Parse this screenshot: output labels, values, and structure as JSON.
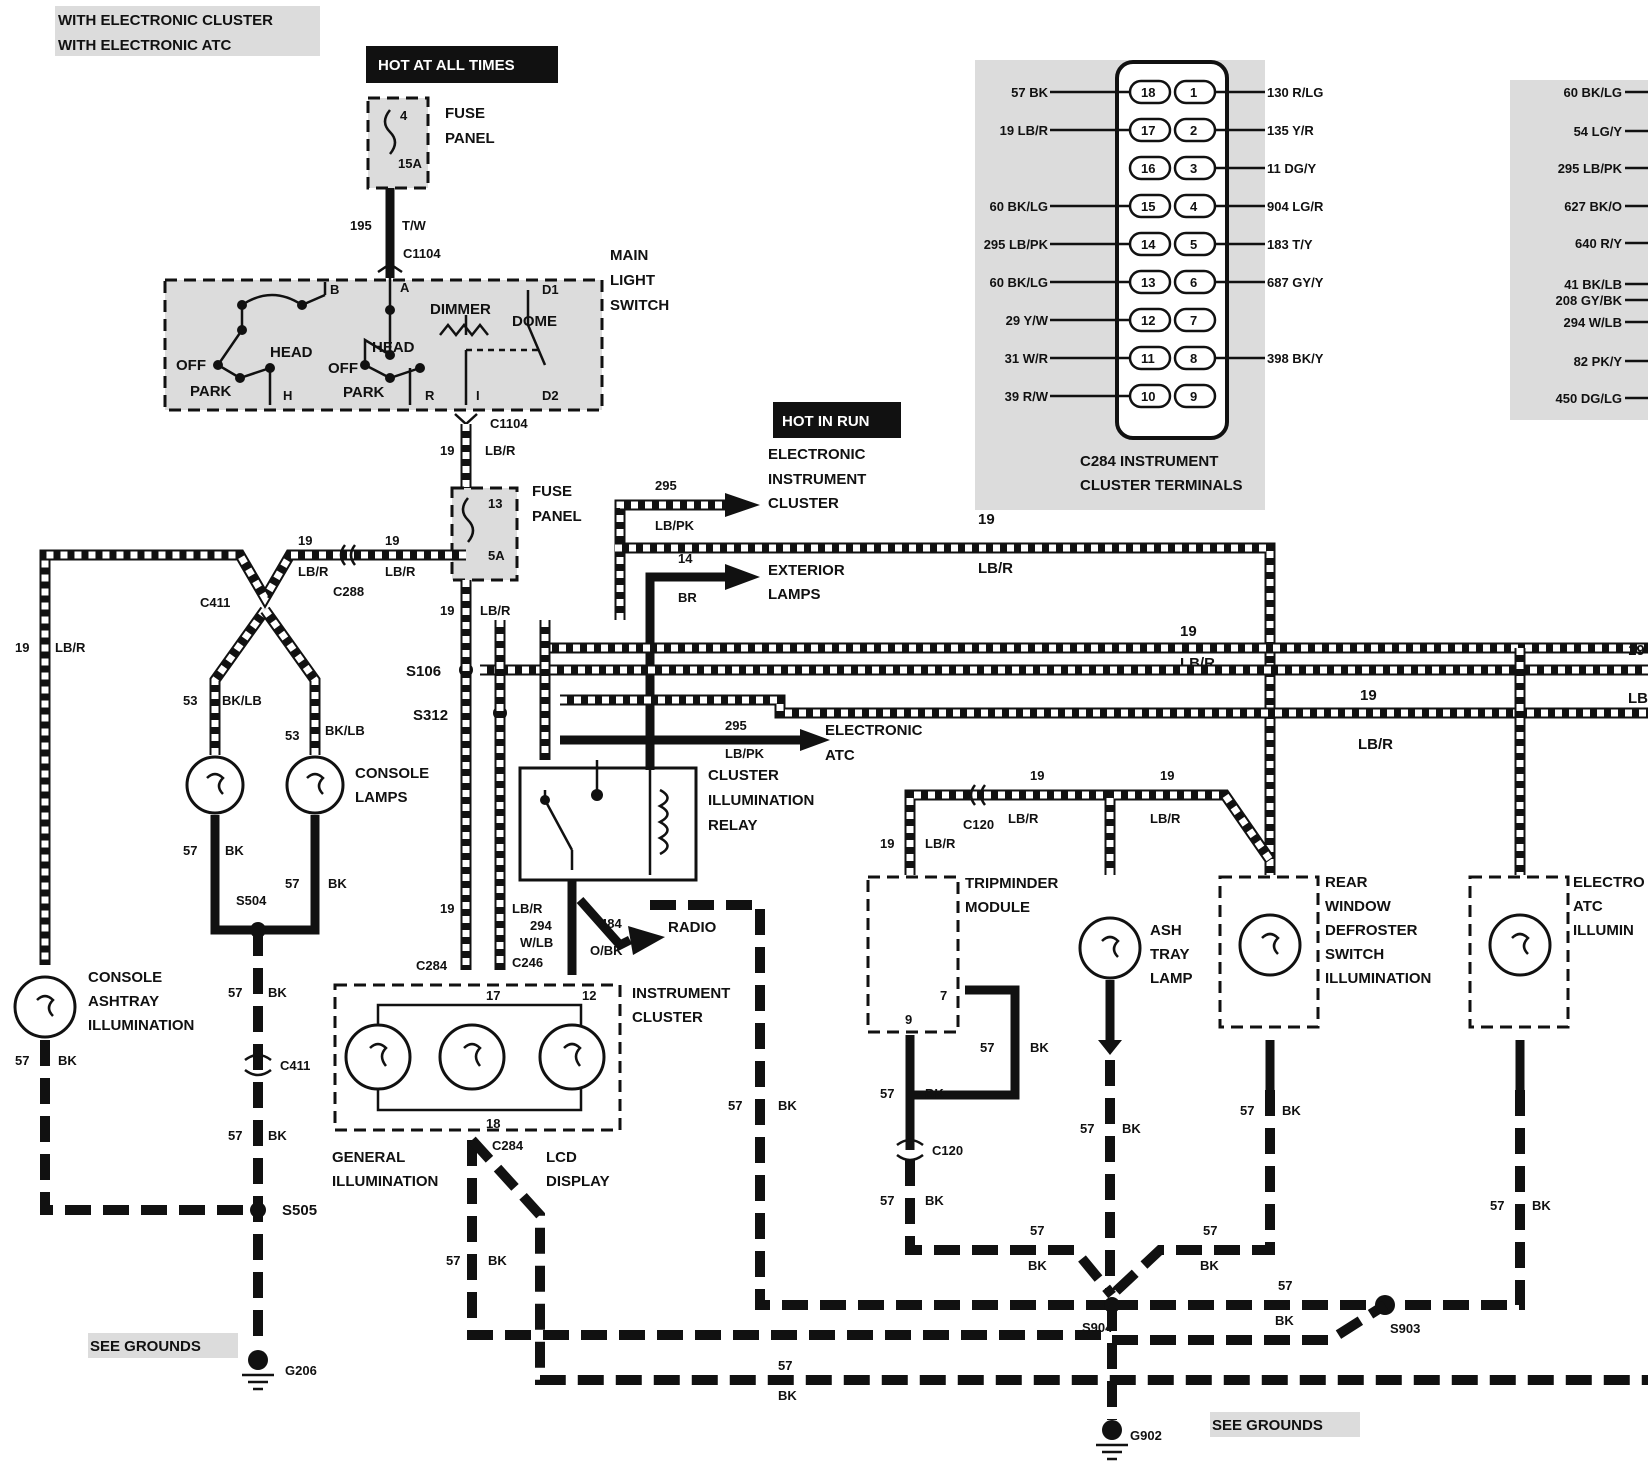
{
  "header": {
    "line1": "WITH ELECTRONIC CLUSTER",
    "line2": "WITH ELECTRONIC ATC"
  },
  "banners": {
    "hot_all_times": "HOT AT ALL TIMES",
    "hot_in_run": "HOT IN RUN"
  },
  "fuse_top": {
    "line1": "FUSE",
    "line2": "PANEL",
    "pin_a": "4",
    "pin_b": "15A"
  },
  "fuse_mid": {
    "line1": "FUSE",
    "line2": "PANEL",
    "pin_a": "13",
    "pin_b": "5A"
  },
  "main_switch": {
    "line1": "MAIN",
    "line2": "LIGHT",
    "line3": "SWITCH",
    "head1": "HEAD",
    "head2": "HEAD",
    "off1": "OFF",
    "off2": "OFF",
    "park1": "PARK",
    "park2": "PARK",
    "dimmer": "DIMMER",
    "dome": "DOME",
    "b": "B",
    "a": "A",
    "d1": "D1",
    "d2": "D2",
    "h": "H",
    "r": "R",
    "i": "I"
  },
  "connectors": {
    "c1104": "C1104",
    "c288": "C288",
    "c411": "C411",
    "c284": "C284",
    "c246": "C246",
    "c120": "C120",
    "s106": "S106",
    "s312": "S312",
    "s504": "S504",
    "s505": "S505",
    "s904": "S904",
    "s903": "S903",
    "g206": "G206",
    "g902": "G902"
  },
  "wires": {
    "w195": "195",
    "tw": "T/W",
    "w19": "19",
    "lbr": "LB/R",
    "w295": "295",
    "lbpk": "LB/PK",
    "w14": "14",
    "br": "BR",
    "w53": "53",
    "bklb": "BK/LB",
    "w57": "57",
    "bk": "BK",
    "w294": "294",
    "wlb": "W/LB",
    "w484": "484",
    "obk": "O/BK",
    "w7": "7",
    "w9": "9",
    "w12": "12",
    "w17": "17",
    "w18": "18"
  },
  "components": {
    "eic1": "ELECTRONIC",
    "eic2": "INSTRUMENT",
    "eic3": "CLUSTER",
    "ext1": "EXTERIOR",
    "ext2": "LAMPS",
    "eatc1": "ELECTRONIC",
    "eatc2": "ATC",
    "cir1": "CLUSTER",
    "cir2": "ILLUMINATION",
    "cir3": "RELAY",
    "radio": "RADIO",
    "console1": "CONSOLE",
    "console2": "LAMPS",
    "cai1": "CONSOLE",
    "cai2": "ASHTRAY",
    "cai3": "ILLUMINATION",
    "ic1": "INSTRUMENT",
    "ic2": "CLUSTER",
    "gi1": "GENERAL",
    "gi2": "ILLUMINATION",
    "lcd1": "LCD",
    "lcd2": "DISPLAY",
    "trip1": "TRIPMINDER",
    "trip2": "MODULE",
    "ash1": "ASH",
    "ash2": "TRAY",
    "ash3": "LAMP",
    "rw1": "REAR",
    "rw2": "WINDOW",
    "rw3": "DEFROSTER",
    "rw4": "SWITCH",
    "rw5": "ILLUMINATION",
    "atc1": "ELECTRO",
    "atc2": "ATC",
    "atc3": "ILLUMIN",
    "see_grounds": "SEE GROUNDS"
  },
  "c284_terminals": {
    "caption1": "C284 INSTRUMENT",
    "caption2": "CLUSTER TERMINALS",
    "left": [
      {
        "pin": "18",
        "wire": "57 BK"
      },
      {
        "pin": "17",
        "wire": "19 LB/R"
      },
      {
        "pin": "16",
        "wire": ""
      },
      {
        "pin": "15",
        "wire": "60 BK/LG"
      },
      {
        "pin": "14",
        "wire": "295 LB/PK"
      },
      {
        "pin": "13",
        "wire": "60 BK/LG"
      },
      {
        "pin": "12",
        "wire": "29 Y/W"
      },
      {
        "pin": "11",
        "wire": "31 W/R"
      },
      {
        "pin": "10",
        "wire": "39 R/W"
      }
    ],
    "right": [
      {
        "pin": "1",
        "wire": "130 R/LG"
      },
      {
        "pin": "2",
        "wire": "135 Y/R"
      },
      {
        "pin": "3",
        "wire": "11 DG/Y"
      },
      {
        "pin": "4",
        "wire": "904 LG/R"
      },
      {
        "pin": "5",
        "wire": "183 T/Y"
      },
      {
        "pin": "6",
        "wire": "687 GY/Y"
      },
      {
        "pin": "7",
        "wire": ""
      },
      {
        "pin": "8",
        "wire": "398 BK/Y"
      },
      {
        "pin": "9",
        "wire": ""
      }
    ]
  },
  "right_edge_list": [
    "60 BK/LG",
    "54 LG/Y",
    "295 LB/PK",
    "627 BK/O",
    "640 R/Y",
    "41 BK/LB",
    "208 GY/BK",
    "294 W/LB",
    "82 PK/Y",
    "450 DG/LG"
  ],
  "edge_labels": {
    "e19a": "19",
    "e19b": "19",
    "elb": "LB",
    "elbr": "LB/R"
  }
}
